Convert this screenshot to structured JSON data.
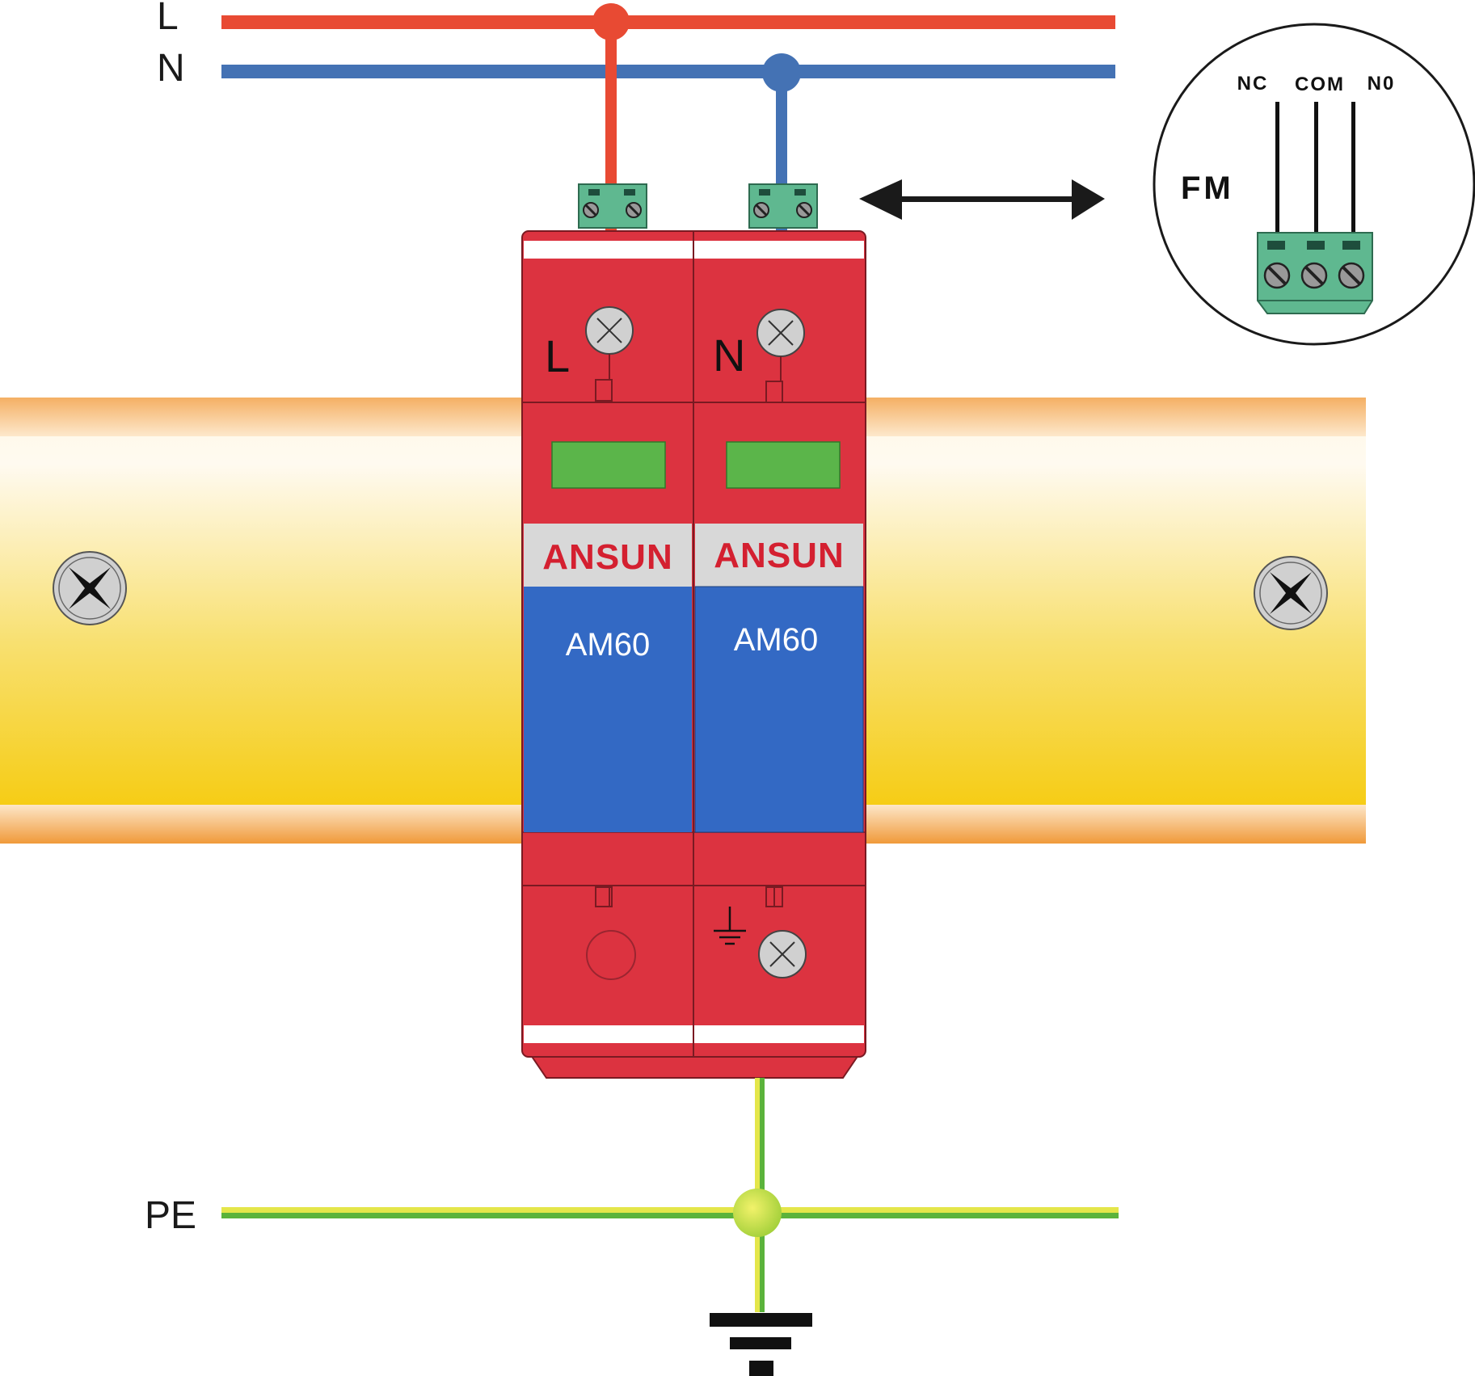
{
  "lines": {
    "live_label": "L",
    "neutral_label": "N",
    "earth_label": "PE"
  },
  "modules": [
    {
      "terminal_label": "L",
      "brand": "ANSUN",
      "model": "AM60"
    },
    {
      "terminal_label": "N",
      "brand": "ANSUN",
      "model": "AM60"
    }
  ],
  "fm_detail": {
    "title": "FM",
    "pins": [
      "NC",
      "COM",
      "N0"
    ]
  },
  "colors": {
    "live_wire": "#e84a33",
    "neutral_wire": "#4472b4",
    "earth_wire_yellow": "#e4e64a",
    "earth_wire_green": "#5bb33b",
    "module_body": "#dc3340",
    "module_panel": "#3369c4",
    "status_window": "#5bb54a",
    "terminal_block": "#5fb890",
    "din_rail_top": "#f0a040",
    "din_rail_mid": "#fff8e0",
    "din_rail_bottom": "#f5c800"
  },
  "icons": {
    "arrow": "double-arrow-icon",
    "ground": "ground-symbol-icon",
    "screw": "screw-icon",
    "mounting_screw": "mounting-screw-icon"
  }
}
